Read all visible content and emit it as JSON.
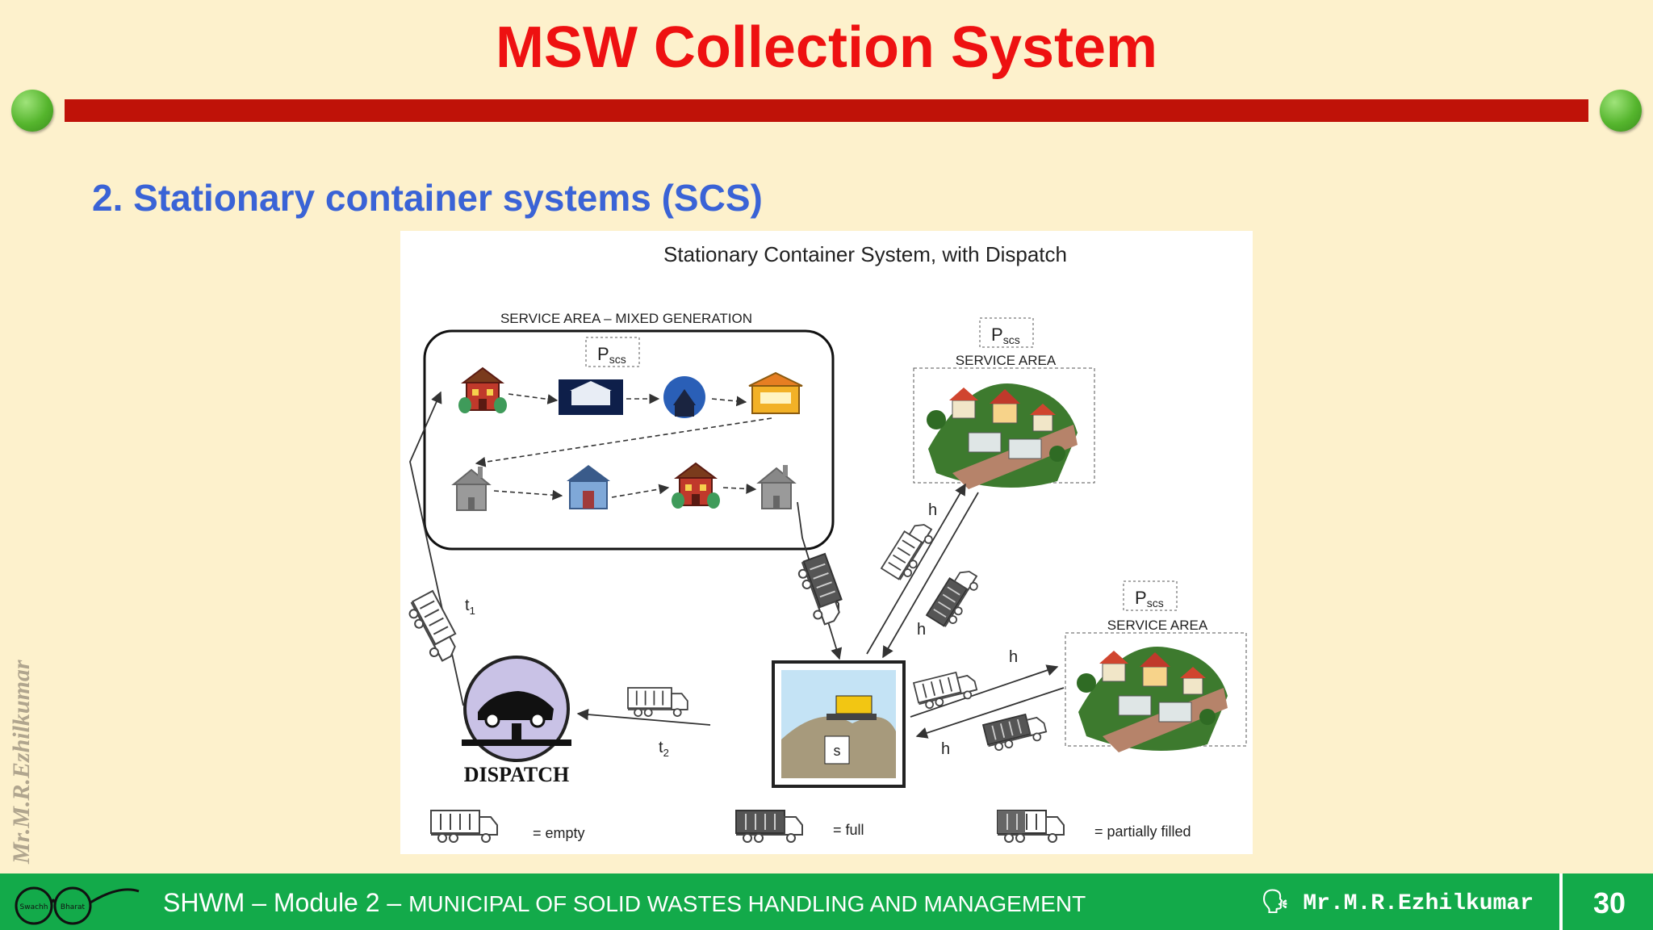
{
  "slide": {
    "title": "MSW Collection System",
    "subtitle": "2. Stationary container systems (SCS)",
    "watermark": "Mr.M.R.Ezhilkumar"
  },
  "diagram": {
    "title": "Stationary Container System, with Dispatch",
    "service_area_mixed_label": "SERVICE AREA – MIXED GENERATION",
    "service_area_label": "SERVICE AREA",
    "pscs_main": "P",
    "pscs_sub": "scs",
    "haul_label": "h",
    "t1_main": "t",
    "t1_sub": "1",
    "t2_main": "t",
    "t2_sub": "2",
    "site_label": "s",
    "dispatch_label": "DISPATCH",
    "legend": {
      "empty": "= empty",
      "full": "= full",
      "partial": "= partially filled"
    }
  },
  "footer": {
    "course": "SHWM – Module 2 – ",
    "module_title": "MUNICIPAL OF SOLID WASTES HANDLING AND MANAGEMENT",
    "author": "Mr.M.R.Ezhilkumar",
    "page_number": "30",
    "logo_text_left": "Swachh",
    "logo_text_right": "Bharat"
  },
  "colors": {
    "title": "#ee1111",
    "title_bar": "#bf1208",
    "subtitle": "#3a63d6",
    "footer": "#13aa4a",
    "background": "#fdf1cc"
  }
}
